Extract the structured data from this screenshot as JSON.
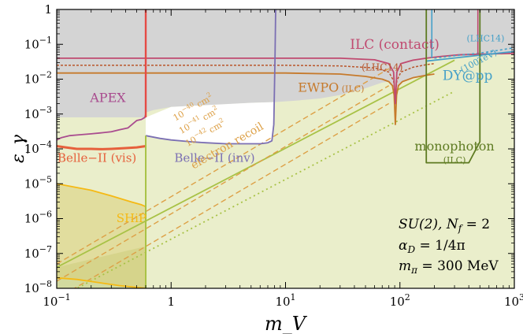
{
  "chart_data": {
    "type": "line",
    "xlabel": "m_V",
    "ylabel": "ε_γ",
    "xscale": "log",
    "yscale": "log",
    "xlim": [
      0.1,
      1000
    ],
    "ylim": [
      1e-08,
      1
    ],
    "xticks": [
      {
        "value": 0.1,
        "label": "10",
        "exp": "−1"
      },
      {
        "value": 1,
        "label": "1",
        "exp": ""
      },
      {
        "value": 10,
        "label": "10",
        "exp": "1"
      },
      {
        "value": 100,
        "label": "10",
        "exp": "2"
      },
      {
        "value": 1000,
        "label": "10",
        "exp": "3"
      }
    ],
    "yticks": [
      {
        "value": 1,
        "label": "1",
        "exp": ""
      },
      {
        "value": 0.1,
        "label": "10",
        "exp": "−1"
      },
      {
        "value": 0.01,
        "label": "10",
        "exp": "−2"
      },
      {
        "value": 0.001,
        "label": "10",
        "exp": "−3"
      },
      {
        "value": 0.0001,
        "label": "10",
        "exp": "−4"
      },
      {
        "value": 1e-05,
        "label": "10",
        "exp": "−5"
      },
      {
        "value": 1e-06,
        "label": "10",
        "exp": "−6"
      },
      {
        "value": 1e-07,
        "label": "10",
        "exp": "−7"
      },
      {
        "value": 1e-08,
        "label": "10",
        "exp": "−8"
      }
    ],
    "colors": {
      "excluded_gray": "#d4d4d4",
      "allowed_region": "#eaeecb",
      "apex": "#a94c8f",
      "belle_vis": "#e6603c",
      "belle_inv": "#7b6fb3",
      "ilc_contact": "#c04a70",
      "ewpo": "#c67a2c",
      "dy_pp": "#45a0c8",
      "monophoton": "#5e7b22",
      "shiP": "#f5b914",
      "electron_recoil": "#dda046",
      "green_line": "#a8c246",
      "red_vertical": "#e54b45"
    },
    "series": [
      {
        "name": "ILC (contact)",
        "x": [
          0.1,
          30,
          60,
          80,
          88,
          91.2,
          94,
          102,
          130,
          170,
          230,
          330,
          500,
          1000
        ],
        "y": [
          0.04,
          0.04,
          0.036,
          0.028,
          0.016,
          0.002,
          0.016,
          0.028,
          0.035,
          0.04,
          0.045,
          0.05,
          0.052,
          0.055
        ]
      },
      {
        "name": "(LHC14)",
        "x": [
          0.1,
          10,
          30,
          60,
          80,
          88,
          91.2,
          94,
          102,
          130,
          170,
          200
        ],
        "y": [
          0.025,
          0.025,
          0.024,
          0.021,
          0.016,
          0.009,
          0.003,
          0.009,
          0.016,
          0.022,
          0.026,
          0.028
        ]
      },
      {
        "name": "EWPO (ILC)",
        "x": [
          0.1,
          10,
          30,
          50,
          70,
          80,
          86,
          89,
          91.2,
          93.5,
          97,
          105,
          130,
          170,
          200
        ],
        "y": [
          0.015,
          0.015,
          0.014,
          0.012,
          0.01,
          0.0085,
          0.0065,
          0.0035,
          0.0005,
          0.0035,
          0.0065,
          0.0085,
          0.011,
          0.013,
          0.014
        ]
      },
      {
        "name": "APEX",
        "x": [
          0.1,
          0.11,
          0.13,
          0.15,
          0.2,
          0.25,
          0.3,
          0.35,
          0.42,
          0.5,
          0.55,
          0.59,
          0.6
        ],
        "y": [
          0.00018,
          0.00021,
          0.00024,
          0.00025,
          0.00027,
          0.00029,
          0.00031,
          0.00035,
          0.0004,
          0.00065,
          0.0007,
          0.0008,
          0.001
        ]
      },
      {
        "name": "Belle−II (vis)",
        "x": [
          0.1,
          0.12,
          0.15,
          0.2,
          0.25,
          0.3,
          0.4,
          0.5,
          0.6
        ],
        "y": [
          0.00012,
          0.00011,
          0.0001,
          0.0001,
          9.8e-05,
          0.0001,
          0.000105,
          0.00011,
          0.00012
        ]
      },
      {
        "name": "Belle−II (inv)",
        "x": [
          0.6,
          0.8,
          1,
          1.5,
          2,
          3,
          4,
          5,
          6,
          7,
          7.6,
          7.9,
          8.1,
          8.2
        ],
        "y": [
          0.00024,
          0.0002,
          0.00018,
          0.00016,
          0.00015,
          0.00014,
          0.00014,
          0.00014,
          0.00014,
          0.00015,
          0.00017,
          0.0005,
          0.05,
          1
        ]
      },
      {
        "name": "SHiP",
        "x": [
          0.1,
          0.2,
          0.3,
          0.45,
          0.55,
          0.6,
          0.6,
          0.35,
          0.15,
          0.1
        ],
        "y": [
          1e-05,
          6.5e-06,
          4.5e-06,
          3e-06,
          2.5e-06,
          2.2e-06,
          1e-08,
          1.2e-08,
          1.8e-08,
          2e-08
        ]
      },
      {
        "name": "DY@pp (LHC14)",
        "x": [
          200,
          300,
          500,
          700,
          1000
        ],
        "y": [
          0.04,
          0.047,
          0.056,
          0.066,
          0.08
        ]
      },
      {
        "name": "DY@pp (100TeV)",
        "x": [
          170,
          250,
          400,
          700,
          1000
        ],
        "y": [
          0.033,
          0.038,
          0.045,
          0.055,
          0.062
        ]
      },
      {
        "name": "monophoton (ILC)",
        "x": [
          170,
          170,
          400,
          500,
          500
        ],
        "y": [
          1,
          4e-05,
          4e-05,
          0.00016,
          1
        ]
      },
      {
        "name": "10^-40 cm^2",
        "x": [
          0.1,
          80
        ],
        "y": [
          5e-08,
          0.02
        ]
      },
      {
        "name": "10^-41 cm^2",
        "x": [
          0.1,
          80
        ],
        "y": [
          1.6e-08,
          0.0065
        ]
      },
      {
        "name": "10^-42 cm^2 electron recoil",
        "x": [
          0.1,
          80
        ],
        "y": [
          5e-09,
          0.002
        ]
      },
      {
        "name": "green solid",
        "x": [
          0.1,
          300
        ],
        "y": [
          4e-08,
          0.035
        ]
      },
      {
        "name": "green dotted",
        "x": [
          0.1,
          300
        ],
        "y": [
          5e-09,
          0.0045
        ]
      }
    ],
    "annotations": [
      {
        "id": "ilc_contact",
        "text": "ILC (contact)",
        "x": 90,
        "y": 0.075
      },
      {
        "id": "lhc14",
        "text": "(LHC14)",
        "x": 70,
        "y": 0.0175
      },
      {
        "id": "ewpo",
        "text": "EWPO",
        "sub": "(ILC)",
        "x": 25,
        "y": 0.0043
      },
      {
        "id": "apex",
        "text": "APEX",
        "x": 0.28,
        "y": 0.0022
      },
      {
        "id": "belle_vis",
        "text": "Belle−II (vis)",
        "x": 0.225,
        "y": 4.2e-05
      },
      {
        "id": "belle_inv",
        "text": "Belle−II (inv)",
        "x": 2.4,
        "y": 4.2e-05
      },
      {
        "id": "ship",
        "text": "SHiP",
        "x": 0.45,
        "y": 8e-07
      },
      {
        "id": "dy_lhc14",
        "text": "(LHC14)",
        "x": 560,
        "y": 0.12
      },
      {
        "id": "dy_100",
        "text": "(100TeV)",
        "x": 500,
        "y": 0.028
      },
      {
        "id": "dy",
        "text": "DY@pp",
        "x": 390,
        "y": 0.0095
      },
      {
        "id": "monophoton",
        "text": "monophoton",
        "sub": "(ILC)",
        "x": 300,
        "y": 9e-05
      },
      {
        "id": "xs40",
        "text": "10",
        "sup": "−40",
        "unit": " cm",
        "unit_sup": "2",
        "x": 1.6,
        "y": 0.0013
      },
      {
        "id": "xs41",
        "text": "10",
        "sup": "−41",
        "unit": " cm",
        "unit_sup": "2",
        "x": 1.8,
        "y": 0.00055
      },
      {
        "id": "xs42",
        "text": "10",
        "sup": "−42",
        "unit": " cm",
        "unit_sup": "2",
        "x": 2.05,
        "y": 0.00024
      },
      {
        "id": "erecoil",
        "text": "electron recoil",
        "x": 3.2,
        "y": 0.0001
      }
    ],
    "legend_box": {
      "line1": "SU(2), N",
      "line1_sub": "f",
      "line1_rest": " = 2",
      "line2": "α",
      "line2_sub": "D",
      "line2_rest": " = 1/4π",
      "line3": "m",
      "line3_sub": "π",
      "line3_rest": " = 300 MeV",
      "placement": "bottom-right"
    }
  }
}
